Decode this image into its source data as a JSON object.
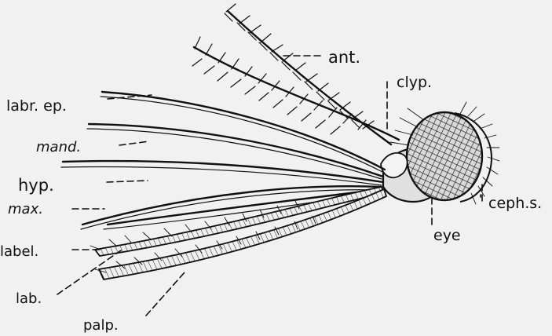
{
  "figure": {
    "labels": {
      "ant": "ant.",
      "clyp": "clyp.",
      "labr_ep": "labr. ep.",
      "mand": "mand.",
      "hyp": "hyp.",
      "max": "max.",
      "label": "label.",
      "lab": "lab.",
      "palp": "palp.",
      "ceph_s": "ceph.s.",
      "eye": "eye"
    }
  }
}
